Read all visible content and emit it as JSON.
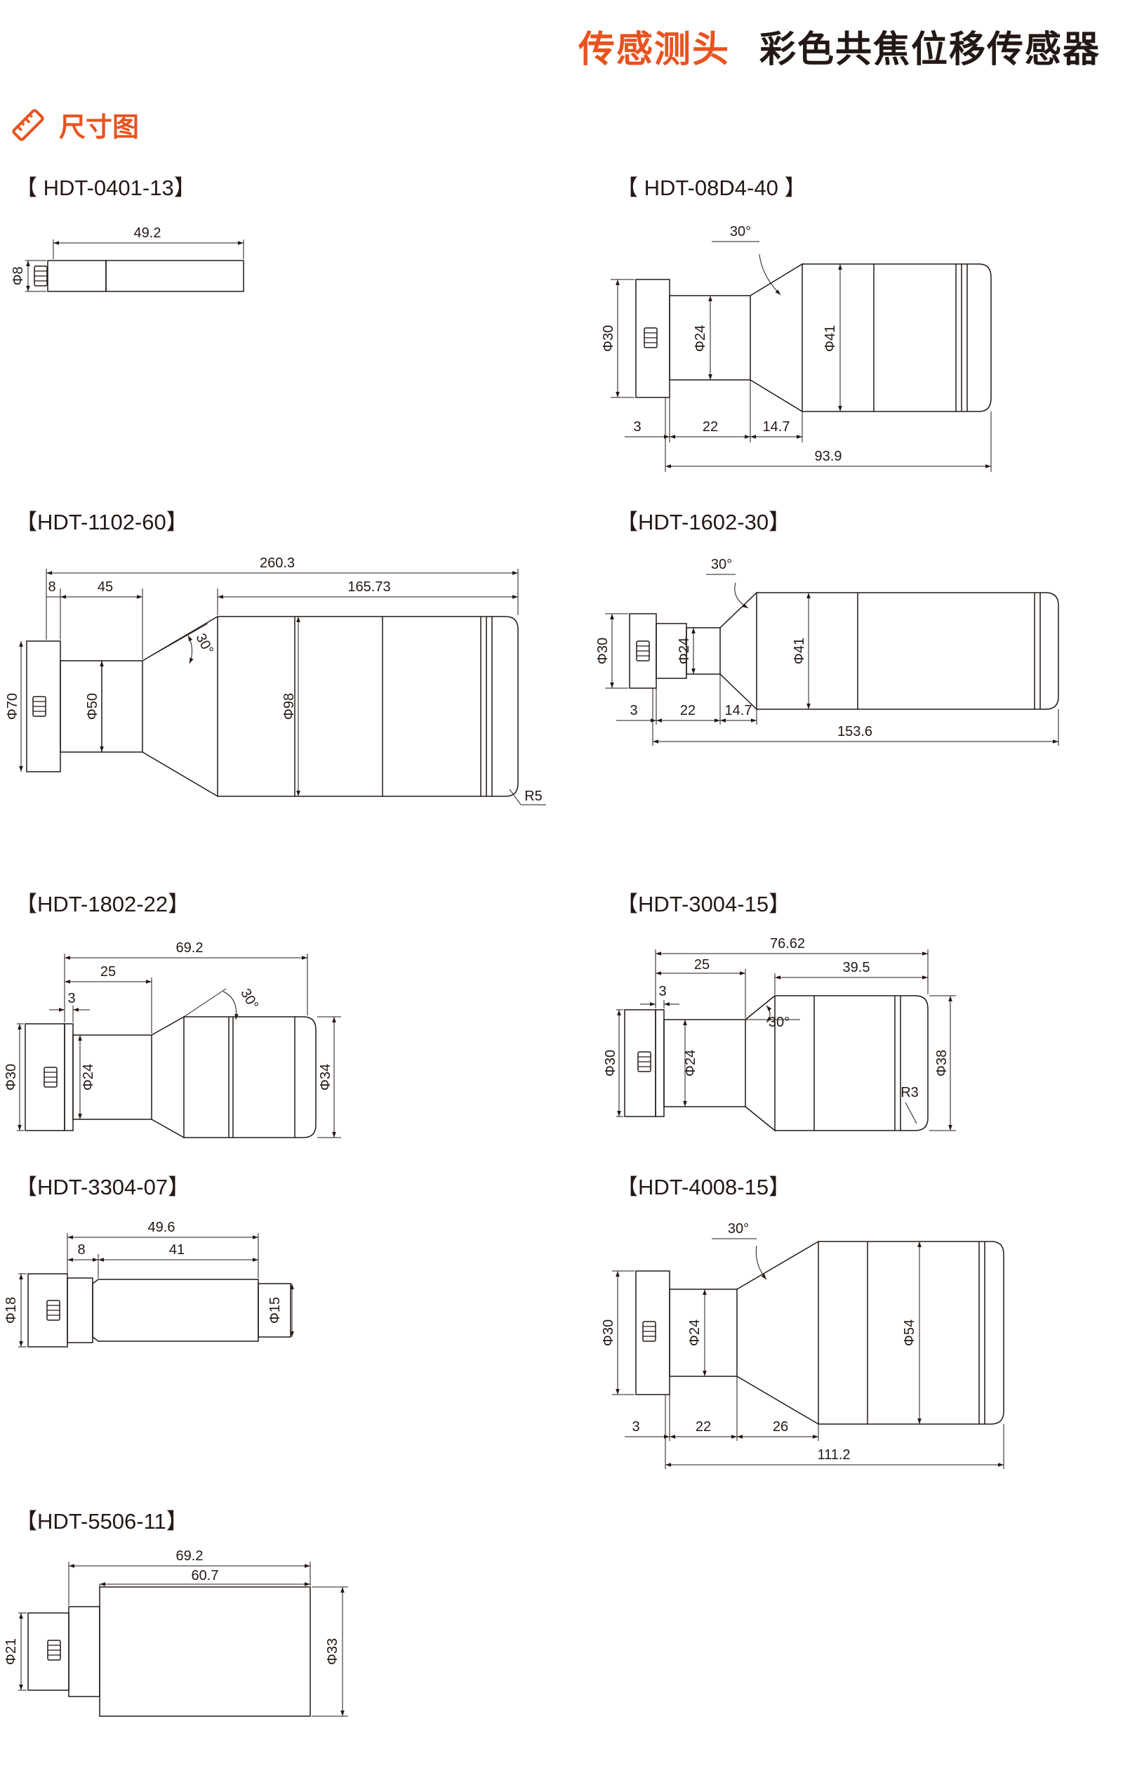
{
  "header": {
    "category": "传感测头",
    "product": "彩色共焦位移传感器"
  },
  "section": {
    "icon": "ruler-icon",
    "title": "尺寸图"
  },
  "colors": {
    "accent": "#e8531f",
    "line": "#231815"
  },
  "models": [
    {
      "name": "【 HDT-0401-13】",
      "dims": {
        "length": "49.2",
        "dia": "Φ8"
      }
    },
    {
      "name": "【 HDT-08D4-40 】",
      "dims": {
        "angle": "30°",
        "d1": "Φ30",
        "d2": "Φ24",
        "d3": "Φ41",
        "l1": "3",
        "l2": "22",
        "l3": "14.7",
        "total": "93.9"
      }
    },
    {
      "name": "【HDT-1102-60】",
      "dims": {
        "total": "260.3",
        "l1": "8",
        "l2": "45",
        "l3": "165.73",
        "angle": "30°",
        "d1": "Φ70",
        "d2": "Φ50",
        "d3": "Φ98",
        "r": "R5"
      }
    },
    {
      "name": "【HDT-1602-30】",
      "dims": {
        "angle": "30°",
        "d1": "Φ30",
        "d2": "Φ24",
        "d3": "Φ41",
        "l1": "3",
        "l2": "22",
        "l3": "14.7",
        "total": "153.6"
      }
    },
    {
      "name": "【HDT-1802-22】",
      "dims": {
        "total": "69.2",
        "l2": "25",
        "l1": "3",
        "angle": "30°",
        "d1": "Φ30",
        "d2": "Φ24",
        "d3": "Φ34"
      }
    },
    {
      "name": "【HDT-3004-15】",
      "dims": {
        "total": "76.62",
        "l2": "25",
        "l3": "39.5",
        "l1": "3",
        "angle": "30°",
        "d1": "Φ30",
        "d2": "Φ24",
        "d3": "Φ38",
        "r": "R3"
      }
    },
    {
      "name": "【HDT-3304-07】",
      "dims": {
        "total": "49.6",
        "l1": "8",
        "l2": "41",
        "d1": "Φ18",
        "d2": "Φ15"
      }
    },
    {
      "name": "【HDT-4008-15】",
      "dims": {
        "angle": "30°",
        "d1": "Φ30",
        "d2": "Φ24",
        "d3": "Φ54",
        "l1": "3",
        "l2": "22",
        "l3": "26",
        "total": "111.2"
      }
    },
    {
      "name": "【HDT-5506-11】",
      "dims": {
        "total": "69.2",
        "l1": "60.7",
        "d1": "Φ21",
        "d2": "Φ33"
      }
    }
  ]
}
